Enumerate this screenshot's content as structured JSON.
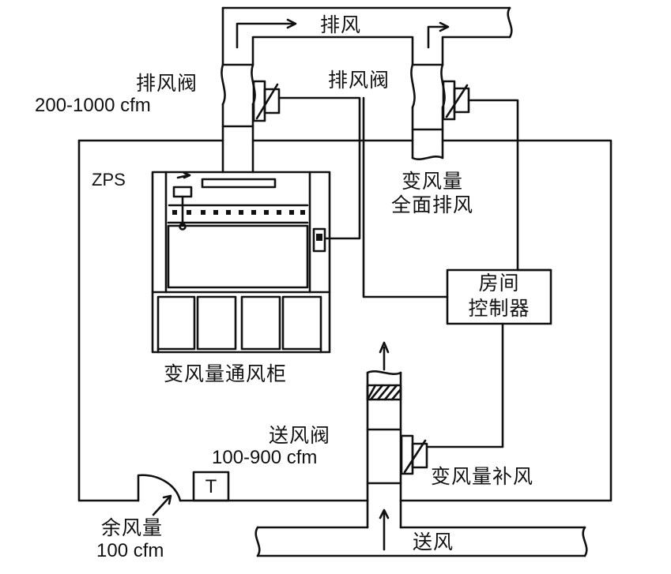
{
  "labels": {
    "exhaust_top": "排风",
    "hood_valve_title": "排风阀",
    "hood_valve_range": "200-1000 cfm",
    "general_valve_title": "排风阀",
    "general_exhaust_line1": "变风量",
    "general_exhaust_line2": "全面排风",
    "zps": "ZPS",
    "room_controller_line1": "房间",
    "room_controller_line2": "控制器",
    "fume_hood": "变风量通风柜",
    "supply_valve_title": "送风阀",
    "supply_valve_range": "100-900 cfm",
    "makeup_air": "变风量补风",
    "thermostat": "T",
    "residual_line1": "余风量",
    "residual_line2": "100 cfm",
    "supply_bottom": "送风"
  }
}
